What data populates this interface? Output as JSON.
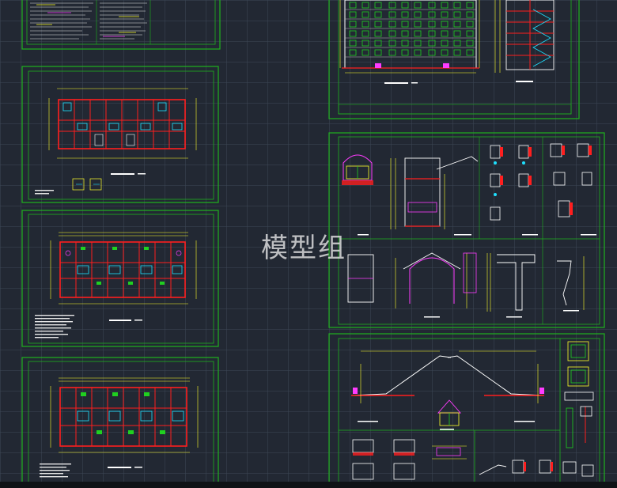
{
  "watermark": {
    "text": "模型组"
  },
  "colors": {
    "background": "#222833",
    "grid": "#3c4654",
    "sheet_border": "#1fb21f",
    "title_block": "#1fb21f",
    "wall": "#ff1e1e",
    "dimension": "#ffff2a",
    "fixture": "#1ee0ff",
    "furniture": "#ff3cff",
    "text": "#ffffff",
    "window": "#20d020"
  },
  "sheets": [
    {
      "id": "general-notes",
      "kind": "notes"
    },
    {
      "id": "floor-plan-1",
      "kind": "plan"
    },
    {
      "id": "floor-plan-2",
      "kind": "plan"
    },
    {
      "id": "floor-plan-3",
      "kind": "plan"
    },
    {
      "id": "elevation-section",
      "kind": "elevation"
    },
    {
      "id": "details-1",
      "kind": "details"
    },
    {
      "id": "roof-details",
      "kind": "roof"
    }
  ]
}
